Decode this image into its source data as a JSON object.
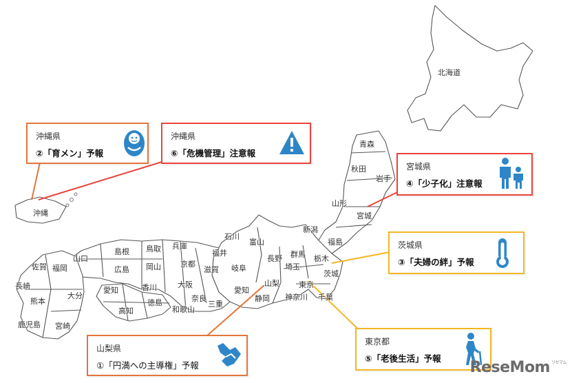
{
  "prefectures": {
    "hokkaido": "北海道",
    "aomori": "青森",
    "akita": "秋田",
    "iwate": "岩手",
    "yamagata": "山形",
    "miyagi": "宮城",
    "niigata": "新潟",
    "fukushima": "福島",
    "ishikawa": "石川",
    "toyama": "富山",
    "fukui": "福井",
    "nagano": "長野",
    "gunma": "群馬",
    "tochigi": "栃木",
    "ibaraki": "茨城",
    "saitama": "埼玉",
    "tokyo": "東京",
    "chiba": "千葉",
    "kanagawa": "神奈川",
    "yamanashi": "山梨",
    "shizuoka": "静岡",
    "gifu": "岐阜",
    "aichi": "愛知",
    "mie": "三重",
    "shiga": "滋賀",
    "kyoto": "京都",
    "nara": "奈良",
    "wakayama": "和歌山",
    "osaka": "大阪",
    "hyogo": "兵庫",
    "tottori": "鳥取",
    "okayama": "岡山",
    "shimane": "島根",
    "hiroshima": "広島",
    "yamaguchi": "山口",
    "kagawa": "香川",
    "tokushima": "徳島",
    "ehime": "愛知",
    "kochi": "高知",
    "fukuoka": "福岡",
    "saga": "佐賀",
    "nagasaki": "長崎",
    "kumamoto": "熊本",
    "oita": "大分",
    "miyazaki": "宮崎",
    "kagoshima": "鹿児島",
    "okinawa": "沖縄"
  },
  "callouts": {
    "c1": {
      "location": "沖縄県",
      "title": "②「育メン」予報",
      "icon": "baby-icon",
      "color": "#e0763a"
    },
    "c2": {
      "location": "沖縄県",
      "title": "⑥「危機管理」注意報",
      "icon": "warning-icon",
      "color": "#e8433a"
    },
    "c3": {
      "location": "宮城県",
      "title": "④「少子化」注意報",
      "icon": "parent-child-icon",
      "color": "#e8433a"
    },
    "c4": {
      "location": "茨城県",
      "title": "③「夫婦の絆」予報",
      "icon": "thermometer-icon",
      "color": "#f2b622"
    },
    "c5": {
      "location": "東京都",
      "title": "⑤「老後生活」予報",
      "icon": "elderly-icon",
      "color": "#f2b622"
    },
    "c6": {
      "location": "山梨県",
      "title": "①「円満への主導権」予報",
      "icon": "handshake-icon",
      "color": "#e0763a"
    }
  },
  "brand": {
    "name": "ReseMom",
    "sub": "リセマム"
  }
}
